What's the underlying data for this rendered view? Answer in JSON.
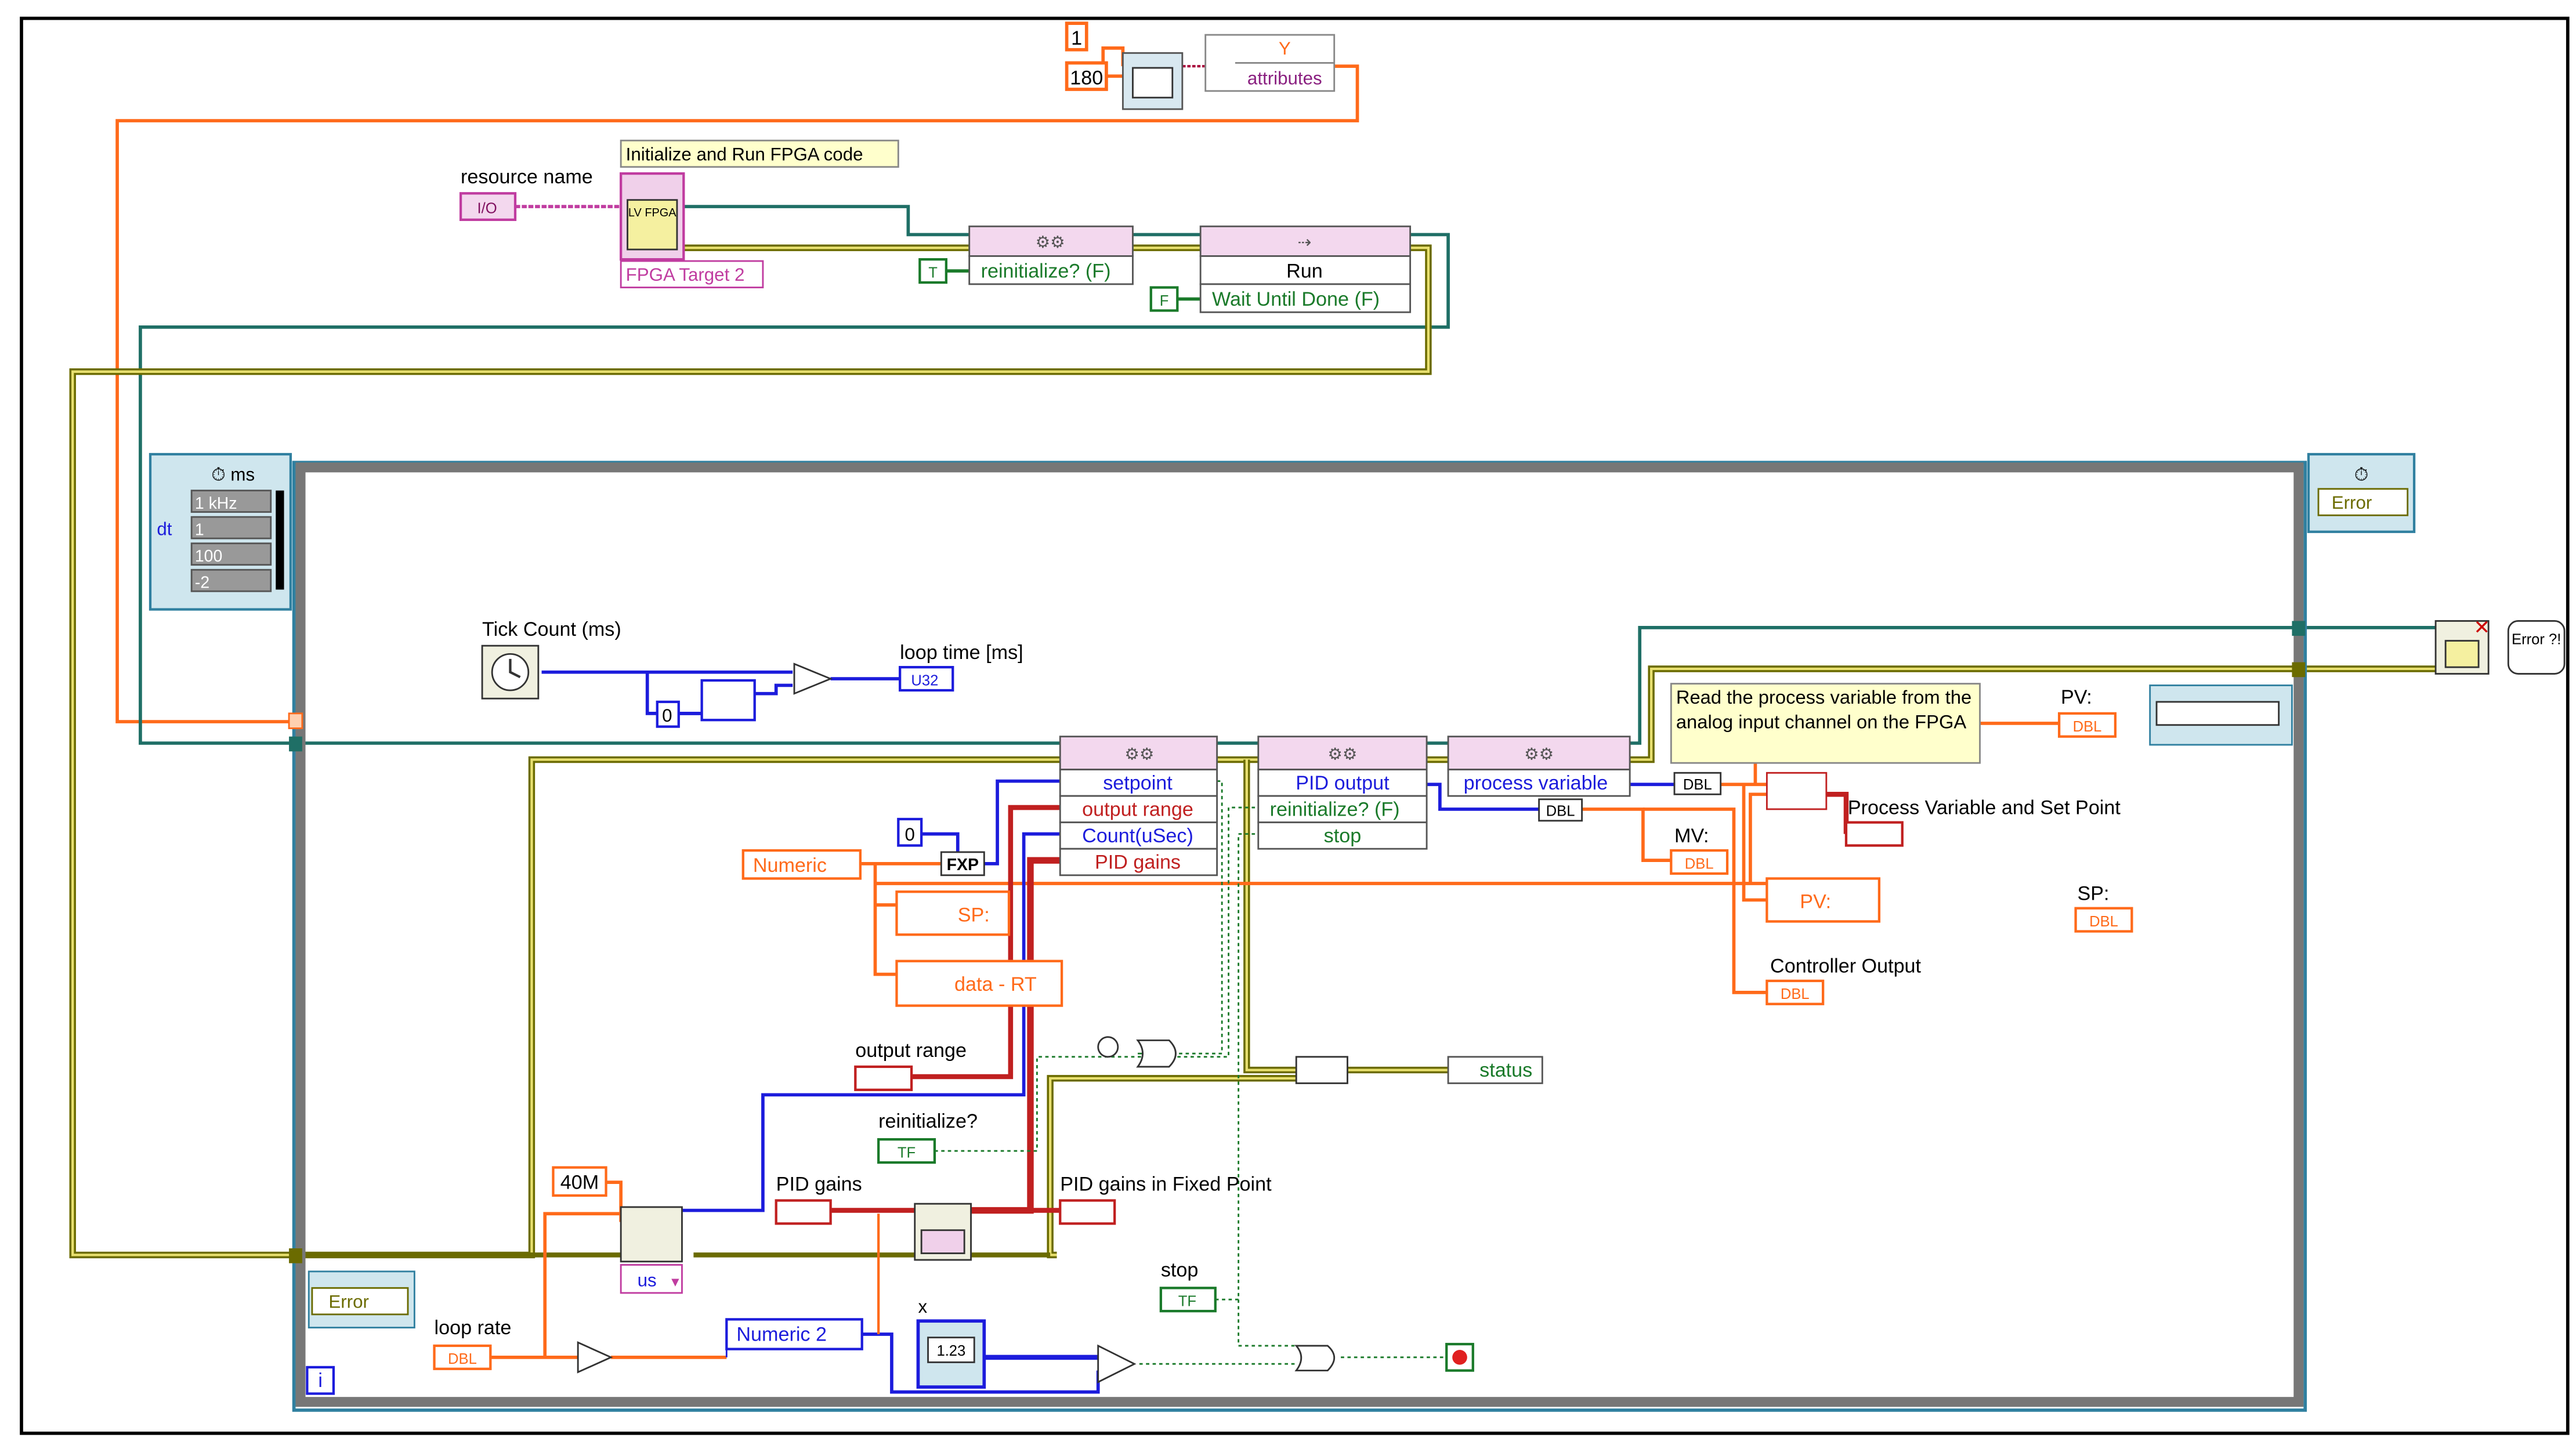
{
  "labels": {
    "const_1": "1",
    "const_180": "180",
    "cluster_y": "Y",
    "cluster_attributes": "attributes",
    "comment_init": "Initialize and Run FPGA code",
    "resource_name": "resource name",
    "resource_io": "I/O",
    "fpga_ref_label": "FPGA Target 2",
    "fpga_chip": "LV FPGA",
    "reinit_top": "reinitialize? (F)",
    "true_const": "T",
    "false_const": "F",
    "run": "Run",
    "wait_until_done": "Wait Until Done (F)",
    "timing_ms": "ms",
    "timing_1khz": "1 kHz",
    "timing_dt": "dt",
    "timing_1": "1",
    "timing_100": "100",
    "timing_neg2": "-2",
    "error_right": "Error",
    "tick_count": "Tick Count (ms)",
    "loop_time": "loop time [ms]",
    "u32": "U32",
    "zero_a": "0",
    "setpoint": "setpoint",
    "output_range_item": "output range",
    "count_usec": "Count(uSec)",
    "pid_gains_item": "PID gains",
    "pid_output": "PID output",
    "reinit_item": "reinitialize? (F)",
    "stop_item": "stop",
    "process_variable": "process variable",
    "comment_read": "Read the process variable from the analog input channel on the FPGA",
    "pv_label": "PV:",
    "dbl": "DBL",
    "pvsp_label": "Process Variable and Set Point",
    "mv_label": "MV:",
    "sp_label": "SP:",
    "controller_output": "Controller Output",
    "numeric": "Numeric",
    "zero_b": "0",
    "fxp": "FXP",
    "sp_local": "SP:",
    "pv_local": "PV:",
    "data_rt": "data - RT",
    "output_range_ctrl": "output range",
    "status": "status",
    "reinit_ctrl": "reinitialize?",
    "tf": "TF",
    "const_40m": "40M",
    "pid_gains_ctrl": "PID gains",
    "pid_gains_fxp": "PID gains in Fixed Point",
    "us": "us",
    "error_left": "Error",
    "loop_rate": "loop rate",
    "numeric2": "Numeric 2",
    "x_label": "x",
    "num_123": "1.23",
    "stop_ctrl": "stop",
    "iteration": "i",
    "error_bubble": "Error ?!"
  },
  "colors": {
    "orange_wire": "#ff6a1a",
    "teal_wire": "#1f6f66",
    "blue_wire": "#1c1cdc",
    "pink_ref": "#c03ca0",
    "green_bool": "#1a7a2a",
    "error_cluster": "#6b6b00",
    "fxp_red": "#c02020",
    "frame_gray": "#777777"
  }
}
